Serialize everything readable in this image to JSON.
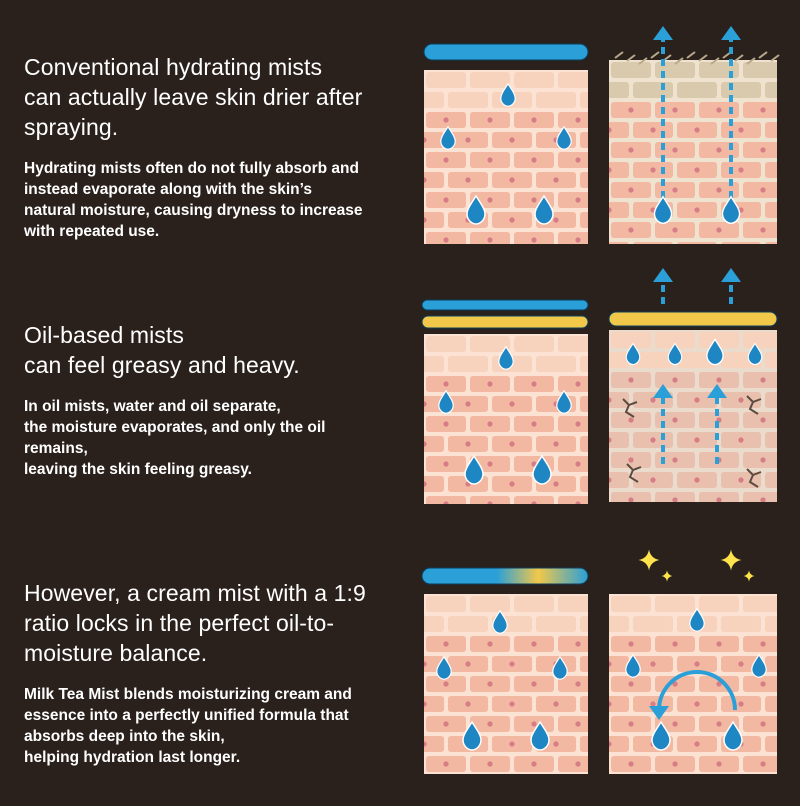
{
  "colors": {
    "background": "#2a211d",
    "skin_cell": "#f2b8a2",
    "skin_mortar": "#fbe2d3",
    "droplet": "#1f86c4",
    "mist_layer": "#2a9fd8",
    "oil_layer": "#f2c84a",
    "arrow": "#2a9fd8",
    "sparkle": "#ffe34d"
  },
  "sections": [
    {
      "headline": "Conventional hydrating mists\ncan actually leave skin drier after\nspraying.",
      "body": "Hydrating mists often do not fully absorb and\ninstead evaporate along with the skin’s\nnatural moisture, causing dryness to increase\nwith repeated use."
    },
    {
      "headline": "Oil-based mists\ncan feel greasy and heavy.",
      "body": "In oil mists, water and oil separate,\nthe moisture evaporates, and only the oil\nremains,\nleaving the skin feeling greasy."
    },
    {
      "headline": "However, a cream mist with a 1:9\nratio locks in the perfect oil-to-\nmoisture balance.",
      "body": "Milk Tea Mist blends moisturizing cream and\nessence into a perfectly unified formula that\nabsorbs deep into the skin,\nhelping hydration last longer."
    }
  ],
  "icons": [
    "water-droplet-icon",
    "up-arrow-icon",
    "circular-arrow-icon",
    "sparkle-icon",
    "crack-icon"
  ]
}
